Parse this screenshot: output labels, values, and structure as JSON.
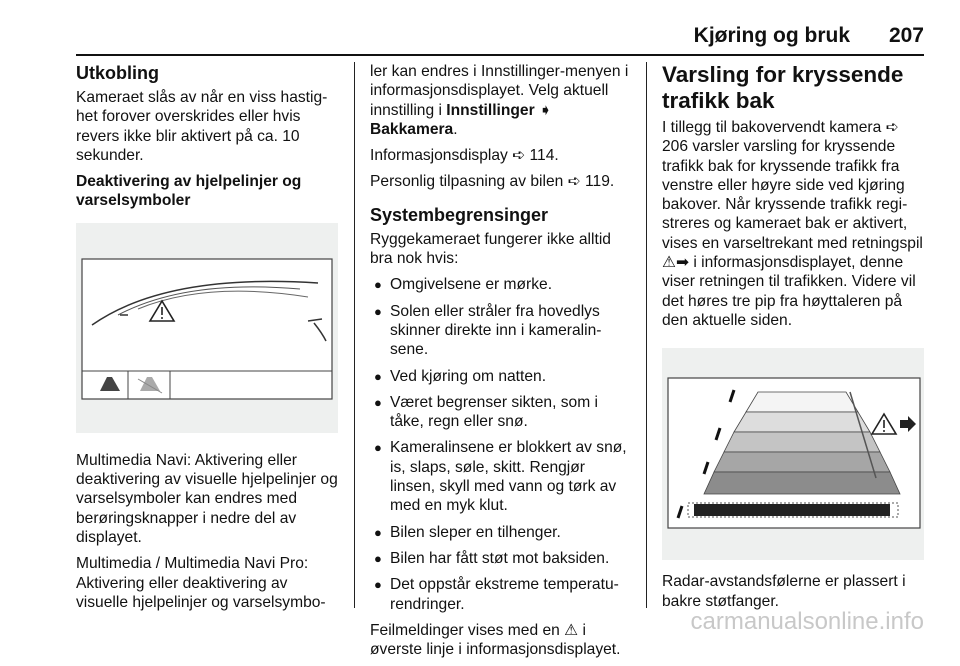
{
  "header": {
    "title": "Kjøring og bruk",
    "page_number": "207"
  },
  "col1": {
    "heading": "Utkobling",
    "para1": "Kameraet slås av når en viss hastig-het forover overskrides eller hvis revers ikke blir aktivert på ca. 10 sekunder.",
    "subheading": "Deaktivering av hjelpelinjer og varselsymboler",
    "para2": "Multimedia Navi: Aktivering eller deaktivering av visuelle hjelpelinjer og varselsymboler kan endres med berøringsknapper i nedre del av displayet.",
    "para3": "Multimedia / Multimedia Navi Pro: Aktivering eller deaktivering av visuelle hjelpelinjer og varselsymbo-"
  },
  "col2": {
    "para1_a": "ler kan endres i Innstillinger-menyen i informasjonsdisplayet. Velg aktuell innstilling i ",
    "para1_bold": "Innstillinger",
    "para1_arrow": "➧",
    "para1_bold2": "Bakkamera",
    "para1_end": ".",
    "ref1": "Informasjonsdisplay ➪ 114.",
    "ref2": "Personlig tilpasning av bilen ➪ 119.",
    "heading": "Systembegrensinger",
    "intro": "Ryggekameraet fungerer ikke alltid bra nok hvis:",
    "bullets": [
      "Omgivelsene er mørke.",
      "Solen eller stråler fra hovedlys skinner direkte inn i kameralin-sene.",
      "Ved kjøring om natten.",
      "Været begrenser sikten, som i tåke, regn eller snø.",
      "Kameralinsene er blokkert av snø, is, slaps, søle, skitt. Rengjør linsen, skyll med vann og tørk av med en myk klut.",
      "Bilen sleper en tilhenger.",
      "Bilen har fått støt mot baksiden.",
      "Det oppstår ekstreme temperatu-rendringer."
    ],
    "closing_a": "Feilmeldinger vises med en ",
    "closing_icon": "⚠",
    "closing_b": " i øverste linje i informasjonsdisplayet."
  },
  "col3": {
    "heading": "Varsling for kryssende trafikk bak",
    "para1": "I tillegg til bakovervendt kamera ➪ 206 varsler varsling for kryssende trafikk bak for kryssende trafikk fra venstre eller høyre side ved kjøring bakover. Når kryssende trafikk regi-streres og kameraet bak er aktivert, vises en varseltrekant med retningspil ⚠➡ i informasjonsdisplayet, denne viser retningen til trafikken. Videre vil det høres tre pip fra høyttaleren på den aktuelle siden.",
    "para2": "Radar-avstandsfølerne er plassert i bakre støtfanger."
  },
  "footer": {
    "watermark": "carmanualsonline.info"
  }
}
